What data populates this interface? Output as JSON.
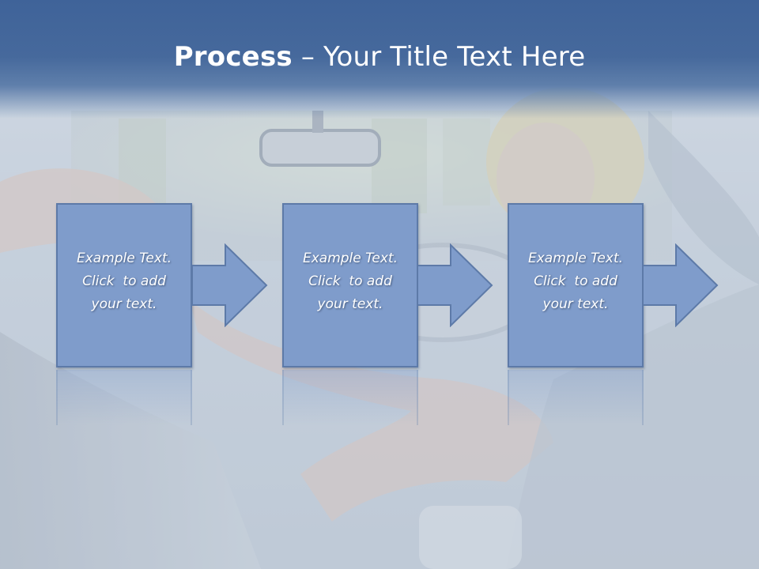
{
  "slide": {
    "title_bold": "Process",
    "title_rest": " – Your Title Text Here",
    "steps": [
      {
        "line1": "Example Text.",
        "line2": "Click  to add",
        "line3": "your text."
      },
      {
        "line1": "Example Text.",
        "line2": "Click  to add",
        "line3": "your text."
      },
      {
        "line1": "Example Text.",
        "line2": "Click  to add",
        "line3": "your text."
      }
    ]
  },
  "colors": {
    "title_band": "#3f6399",
    "box_fill": "#7f9ccb",
    "box_border": "#5d7aa8",
    "text": "#ffffff"
  },
  "icons": [
    "arrow-right-icon"
  ]
}
